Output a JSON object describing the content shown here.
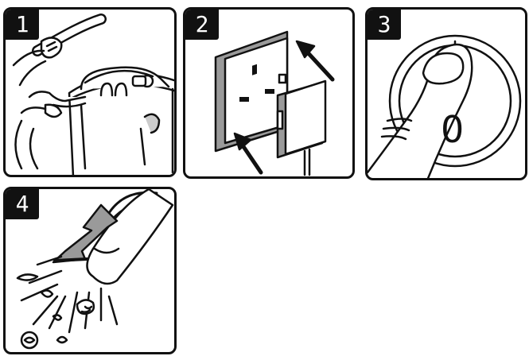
{
  "panels": [
    {
      "number": "1",
      "icon": "vacuum-cleaner-icon"
    },
    {
      "number": "2",
      "icon": "wall-socket-plug-icon"
    },
    {
      "number": "3",
      "icon": "power-switch-press-icon"
    },
    {
      "number": "4",
      "icon": "vacuum-nozzle-debris-icon"
    }
  ],
  "switch": {
    "off_mark": "0"
  },
  "colors": {
    "ink": "#111111",
    "grey": "#9a9a9a",
    "paper": "#ffffff"
  }
}
